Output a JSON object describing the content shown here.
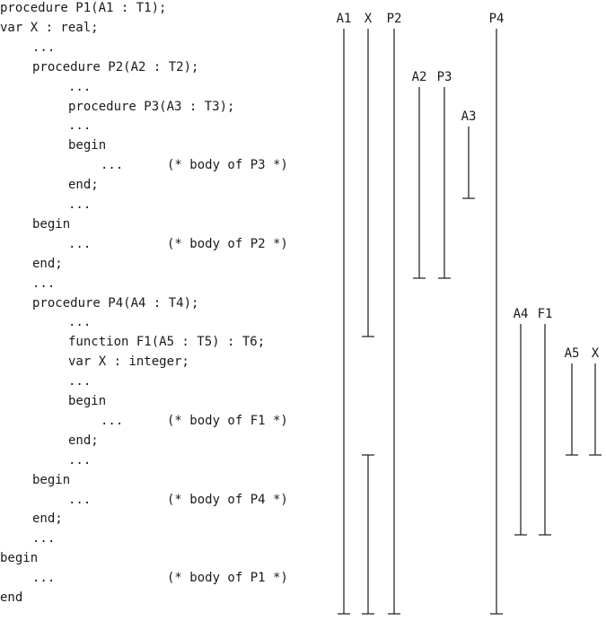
{
  "code_lines": [
    {
      "text": "procedure P1(A1 : T1);",
      "comment": ""
    },
    {
      "text": "var X : real;",
      "comment": ""
    },
    {
      "text": "...",
      "comment": ""
    },
    {
      "text": "procedure P2(A2 : T2);",
      "comment": ""
    },
    {
      "text": "...",
      "comment": ""
    },
    {
      "text": "procedure P3(A3 : T3);",
      "comment": ""
    },
    {
      "text": "...",
      "comment": ""
    },
    {
      "text": "begin",
      "comment": ""
    },
    {
      "text": "...",
      "comment": "(* body of P3 *)"
    },
    {
      "text": "end;",
      "comment": ""
    },
    {
      "text": "...",
      "comment": ""
    },
    {
      "text": "begin",
      "comment": ""
    },
    {
      "text": "...",
      "comment": "(* body of P2 *)"
    },
    {
      "text": "end;",
      "comment": ""
    },
    {
      "text": "...",
      "comment": ""
    },
    {
      "text": "procedure P4(A4 : T4);",
      "comment": ""
    },
    {
      "text": "...",
      "comment": ""
    },
    {
      "text": "function F1(A5 : T5) : T6;",
      "comment": ""
    },
    {
      "text": "var X : integer;",
      "comment": ""
    },
    {
      "text": "...",
      "comment": ""
    },
    {
      "text": "begin",
      "comment": ""
    },
    {
      "text": "...",
      "comment": "(* body of F1 *)"
    },
    {
      "text": "end;",
      "comment": ""
    },
    {
      "text": "...",
      "comment": ""
    },
    {
      "text": "begin",
      "comment": ""
    },
    {
      "text": "...",
      "comment": "(* body of P4 *)"
    },
    {
      "text": "end;",
      "comment": ""
    },
    {
      "text": "...",
      "comment": ""
    },
    {
      "text": "begin",
      "comment": ""
    },
    {
      "text": "...",
      "comment": "(* body of P1 *)"
    },
    {
      "text": "end",
      "comment": ""
    }
  ],
  "scope_bars": [
    {
      "label": "A1"
    },
    {
      "label": "X"
    },
    {
      "label": "P2"
    },
    {
      "label": "P4"
    },
    {
      "label": "A2"
    },
    {
      "label": "P3"
    },
    {
      "label": "A3"
    },
    {
      "label": "A4"
    },
    {
      "label": "F1"
    },
    {
      "label": "A5"
    },
    {
      "label": "X"
    }
  ]
}
